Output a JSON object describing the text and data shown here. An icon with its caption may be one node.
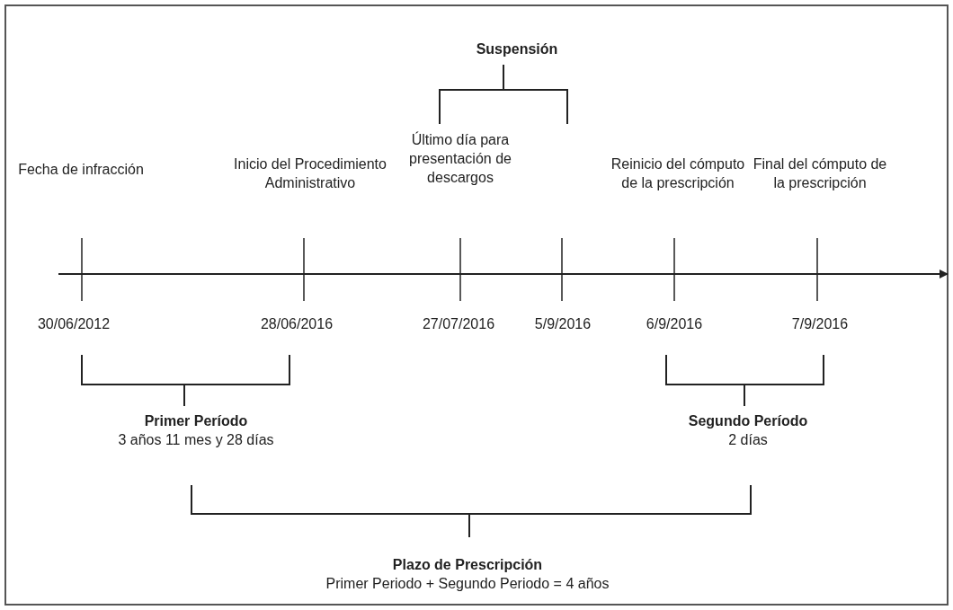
{
  "diagram": {
    "labels": [
      "Suspensión",
      "Fecha de infracción",
      "Inicio del Procedimiento Administrativo",
      "Último día para presentación de descargos",
      "Reinicio del cómputo de la prescripción",
      "Final del cómputo de la prescripción",
      "30/06/2012",
      "28/06/2016",
      "27/07/2016",
      "5/9/2016",
      "6/9/2016",
      "7/9/2016",
      "Primer Período",
      "3 años 11 mes y 28 días",
      "Segundo Período",
      "2 días",
      "Plazo de Prescripción",
      "Primer Periodo + Segundo Periodo = 4 años"
    ]
  }
}
